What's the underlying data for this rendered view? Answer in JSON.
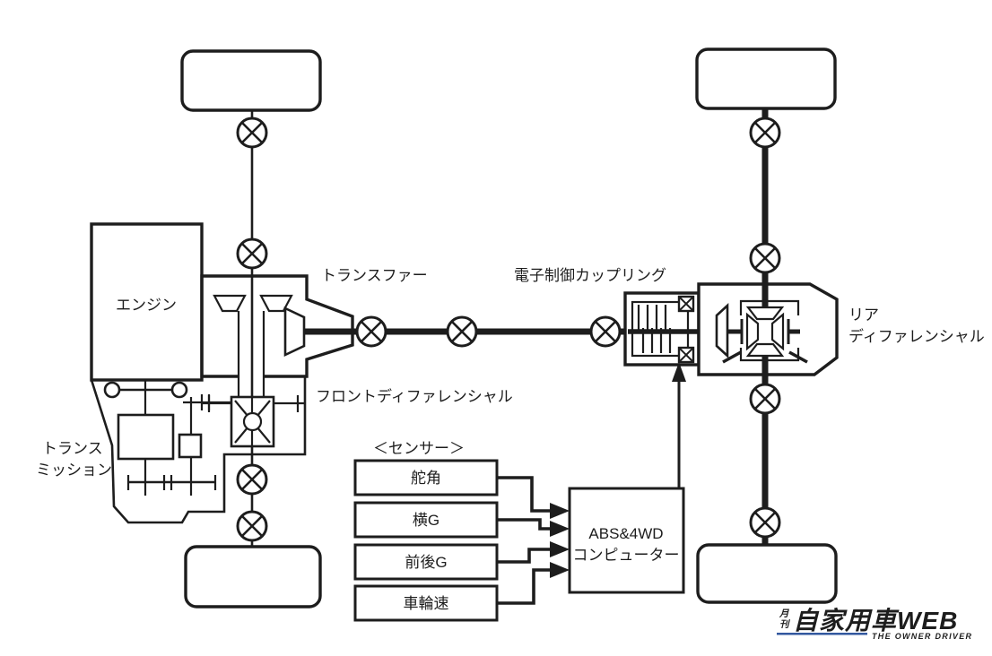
{
  "colors": {
    "ink": "#1d1d1d",
    "background": "#ffffff",
    "logo_blue": "#33589f"
  },
  "labels": {
    "engine": "エンジン",
    "transfer": "トランスファー",
    "coupling": "電子制御カップリング",
    "front_diff": "フロントディファレンシャル",
    "transmission_line1": "トランス",
    "transmission_line2": "ミッション",
    "rear_diff_line1": "リア",
    "rear_diff_line2": "ディファレンシャル",
    "sensors_header": "＜センサー＞",
    "computer_line1": "ABS&4WD",
    "computer_line2": "コンピューター"
  },
  "sensors": [
    {
      "label": "舵角"
    },
    {
      "label": "横G"
    },
    {
      "label": "前後G"
    },
    {
      "label": "車輪速"
    }
  ],
  "logo": {
    "publication_char1": "月",
    "publication_char2": "刊",
    "main": "自家用車WEB",
    "tagline": "THE OWNER DRIVER"
  }
}
